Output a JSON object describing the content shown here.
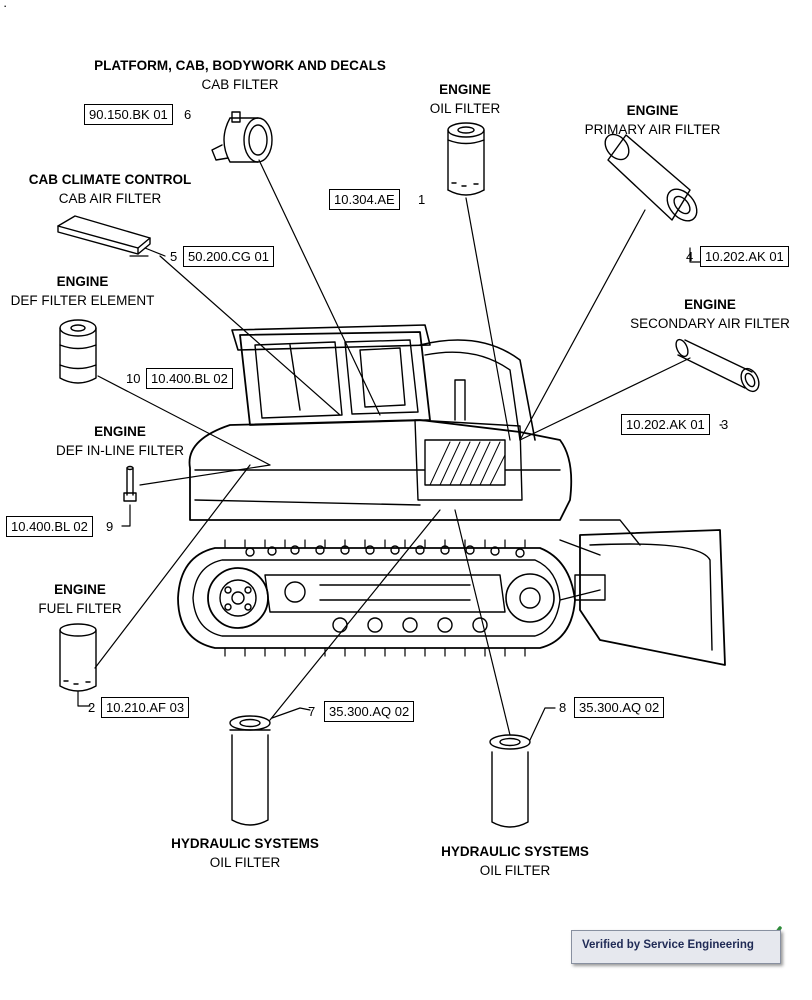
{
  "labels": {
    "cab_filter": {
      "system": "PLATFORM, CAB, BODYWORK AND DECALS",
      "part": "CAB FILTER"
    },
    "oil_filter": {
      "system": "ENGINE",
      "part": "OIL FILTER"
    },
    "primary_air": {
      "system": "ENGINE",
      "part": "PRIMARY AIR FILTER"
    },
    "cab_air": {
      "system": "CAB CLIMATE CONTROL",
      "part": "CAB AIR FILTER"
    },
    "secondary_air": {
      "system": "ENGINE",
      "part": "SECONDARY AIR FILTER"
    },
    "def_element": {
      "system": "ENGINE",
      "part": "DEF FILTER ELEMENT"
    },
    "def_inline": {
      "system": "ENGINE",
      "part": "DEF IN-LINE FILTER"
    },
    "fuel": {
      "system": "ENGINE",
      "part": "FUEL FILTER"
    },
    "hyd_7": {
      "system": "HYDRAULIC SYSTEMS",
      "part": "OIL FILTER"
    },
    "hyd_8": {
      "system": "HYDRAULIC SYSTEMS",
      "part": "OIL FILTER"
    }
  },
  "refs": {
    "r6": {
      "code": "90.150.BK 01",
      "num": "6"
    },
    "r1": {
      "code": "10.304.AE",
      "num": "1"
    },
    "r4": {
      "code": "10.202.AK 01",
      "num": "4"
    },
    "r5": {
      "code": "50.200.CG 01",
      "num": "5"
    },
    "r10": {
      "code": "10.400.BL 02",
      "num": "10"
    },
    "r3": {
      "code": "10.202.AK 01",
      "num": "3"
    },
    "r9": {
      "code": "10.400.BL 02",
      "num": "9"
    },
    "r2": {
      "code": "10.210.AF 03",
      "num": "2"
    },
    "r7": {
      "code": "35.300.AQ 02",
      "num": "7"
    },
    "r8": {
      "code": "35.300.AQ 02",
      "num": "8"
    }
  },
  "corner_mark": "·",
  "badge": {
    "text": "Verified by Service Engineering",
    "check_color": "#2e8b3a"
  }
}
